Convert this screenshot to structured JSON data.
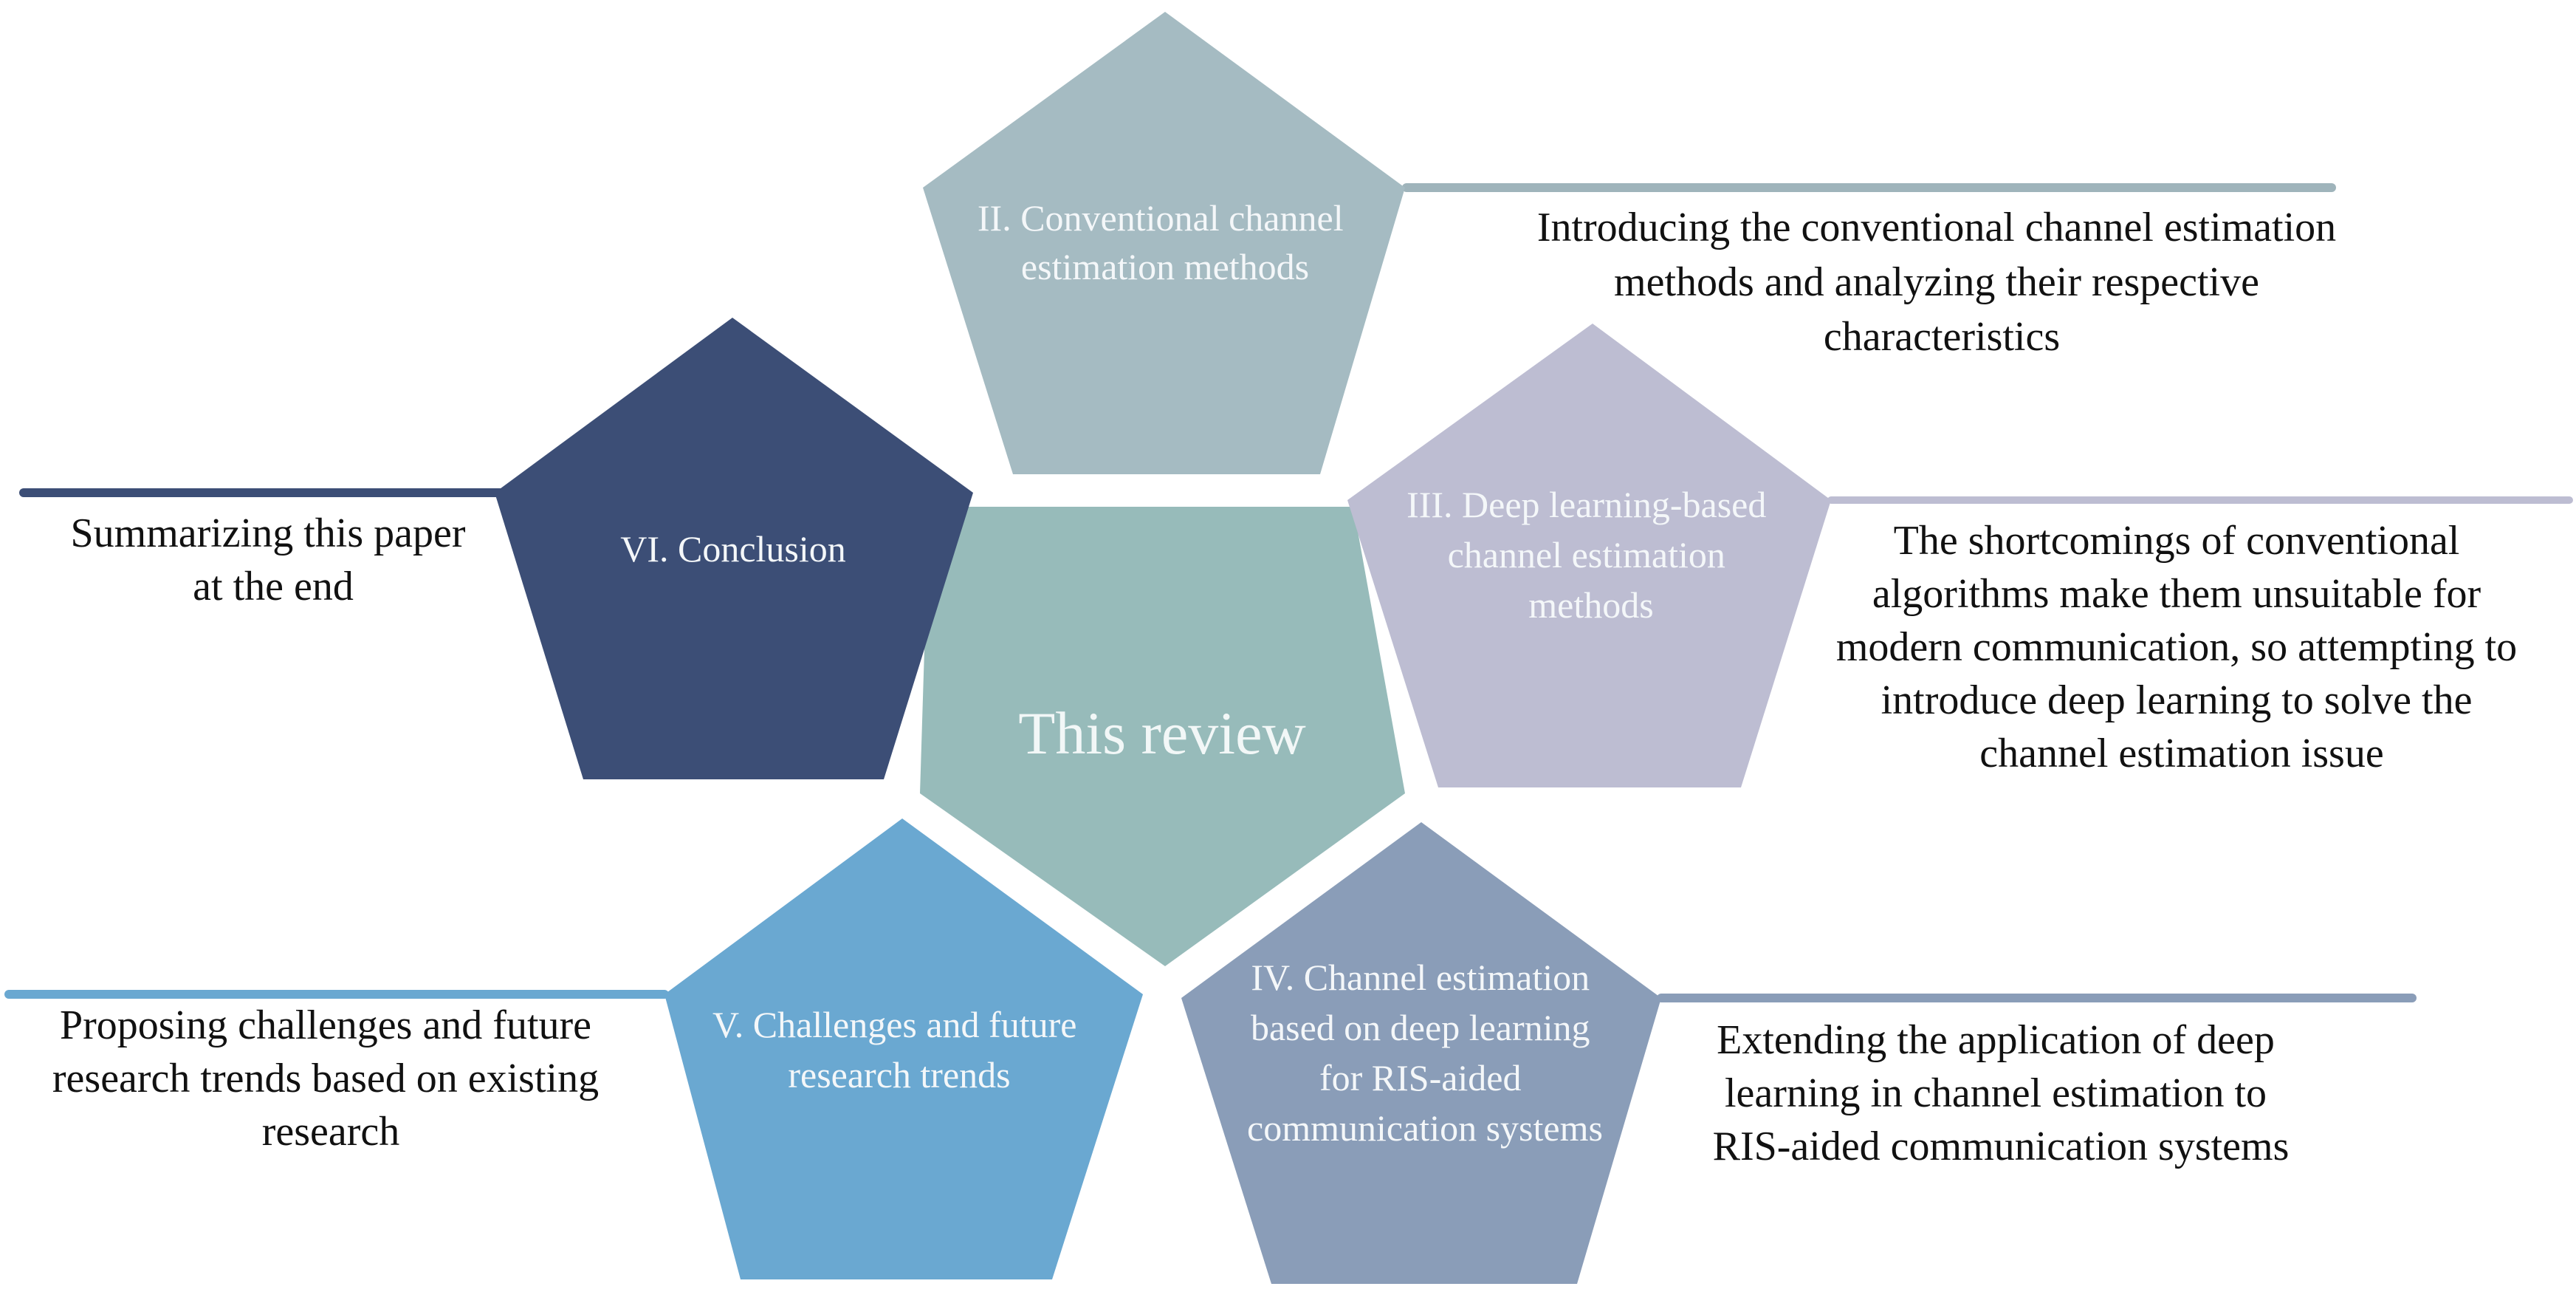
{
  "colors": {
    "center": "#97bbba",
    "section_ii": "#a5bbc2",
    "section_iii": "#bdbdd2",
    "section_iv": "#8a9db8",
    "section_v": "#6aa8d1",
    "section_vi": "#3c4e76",
    "line_ii": "#9fb4bb",
    "line_iii": "#bdbdd2",
    "line_iv": "#8a9db8",
    "line_v": "#6aa8d1",
    "line_vi": "#3c4e76",
    "description_text": "#111111",
    "label_text": "#f4f7f9"
  },
  "center": {
    "label": "This review"
  },
  "sections": {
    "ii": {
      "label_lines": [
        "II. Conventional channel",
        "estimation methods"
      ],
      "description_lines": [
        "Introducing the conventional channel estimation",
        "methods and analyzing their respective",
        "characteristics"
      ]
    },
    "iii": {
      "label_lines": [
        "III. Deep learning-based",
        "channel estimation",
        "methods"
      ],
      "description_lines": [
        "The shortcomings of conventional",
        "algorithms make them unsuitable for",
        "modern communication, so attempting to",
        "introduce deep learning to solve the",
        "channel estimation issue"
      ]
    },
    "iv": {
      "label_lines": [
        "IV.  Channel estimation",
        "based on deep learning",
        "for RIS-aided",
        "communication systems"
      ],
      "description_lines": [
        "Extending the application of deep",
        "learning in channel estimation to",
        "RIS-aided communication systems"
      ]
    },
    "v": {
      "label_lines": [
        "V. Challenges and future",
        "research trends"
      ],
      "description_lines": [
        "Proposing challenges and future",
        "research trends based on existing",
        "research"
      ]
    },
    "vi": {
      "label_lines": [
        "VI. Conclusion"
      ],
      "description_lines": [
        "Summarizing this paper",
        "at the end"
      ]
    }
  }
}
